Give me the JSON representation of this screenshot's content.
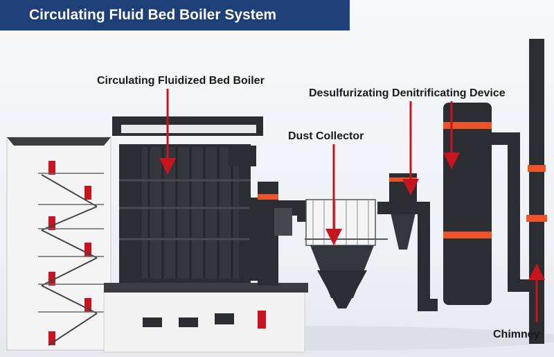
{
  "title": "Circulating Fluid Bed Boiler System",
  "labels": {
    "boiler": "Circulating Fluidized Bed Boiler",
    "desulf": "Desulfurizating Denitrificating Device",
    "dust": "Dust Collector",
    "chimney": "Chimney"
  },
  "colors": {
    "banner": "#1f3f79",
    "arrow": "#c8141e",
    "equipment": "#2b2d31",
    "stripe": "#e8532a",
    "building": "#f2f2f2"
  }
}
